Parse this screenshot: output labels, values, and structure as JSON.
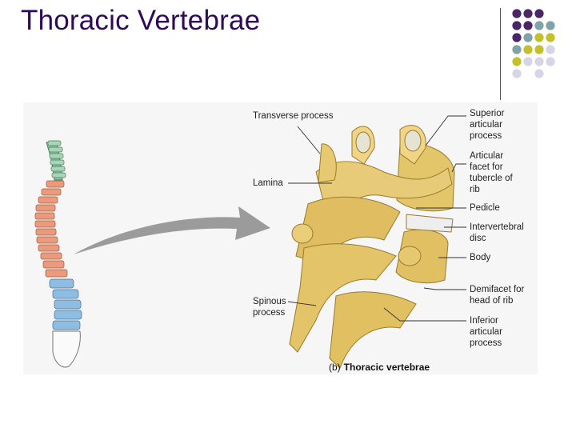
{
  "slide": {
    "title": "Thoracic Vertebrae",
    "accent_colors": {
      "purple": "#4a2666",
      "teal": "#7fa3a8",
      "olive": "#c2c12c",
      "lavender": "#d5d5e5"
    }
  },
  "figure": {
    "labels_left": {
      "transverse": "Transverse process",
      "lamina": "Lamina",
      "spinous": "Spinous\nprocess"
    },
    "labels_right": {
      "superior": "Superior\narticular\nprocess",
      "facet": "Articular\nfacet for\ntubercle of\nrib",
      "pedicle": "Pedicle",
      "disc": "Intervertebral\ndisc",
      "body": "Body",
      "demifacet": "Demifacet for\nhead of rib",
      "inferior": "Inferior\narticular\nprocess"
    },
    "caption": {
      "letter": "(b)",
      "text": "Thoracic vertebrae"
    }
  }
}
